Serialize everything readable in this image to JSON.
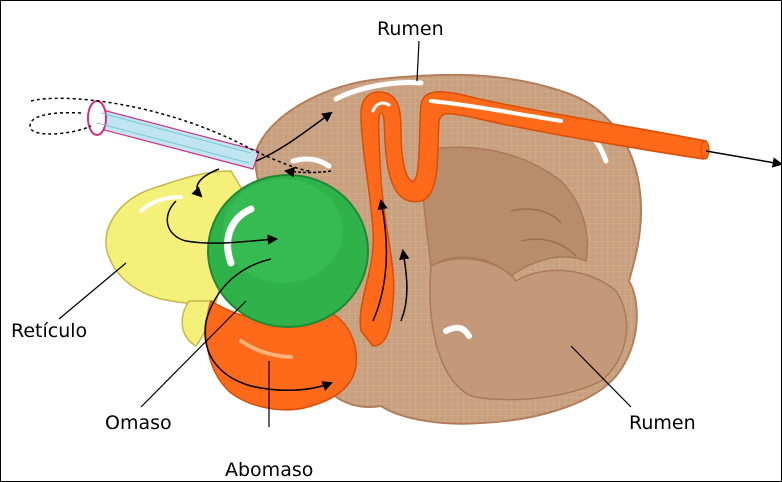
{
  "labels": {
    "rumen_top": "Rumen",
    "reticulo": "Retículo",
    "omaso": "Omaso",
    "rumen_bottom": "Rumen",
    "abomaso": "Abomaso"
  },
  "colors": {
    "rumen": "#c9a07e",
    "reticulo": "#f5f07a",
    "omaso": "#2fb24a",
    "abomaso": "#ff6a1a",
    "esophagus": "#bfe6f0",
    "intestine": "#ff6a1a"
  }
}
